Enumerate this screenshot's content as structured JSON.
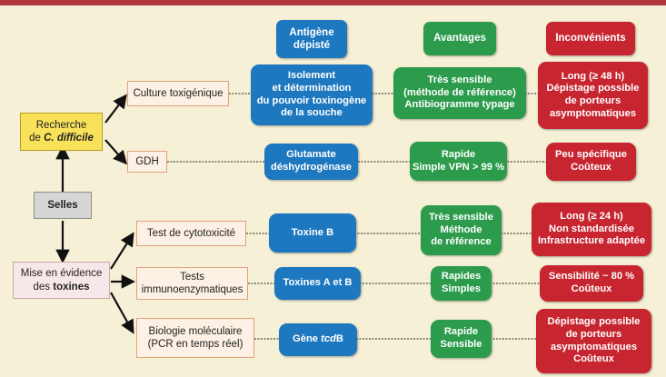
{
  "headers": {
    "antigen_line1": "Antigène",
    "antigen_line2": "dépisté",
    "advantages": "Avantages",
    "drawbacks": "Inconvénients"
  },
  "roots": {
    "selles": "Selles",
    "recherche_line1": "Recherche",
    "recherche_prefix": "de ",
    "recherche_species": "C. difficile",
    "toxines_line1": "Mise en évidence",
    "toxines_prefix": "des ",
    "toxines_bold": "toxines"
  },
  "rows": [
    {
      "test": [
        "Culture toxigénique"
      ],
      "antigen": [
        "Isolement",
        "et détermination",
        "du pouvoir toxinogène",
        "de la souche"
      ],
      "advantages": [
        "Très sensible",
        "(méthode de référence)",
        "Antibiogramme typage"
      ],
      "drawbacks": [
        "Long (≥ 48 h)",
        "Dépistage possible",
        "de porteurs",
        "asymptomatiques"
      ]
    },
    {
      "test": [
        "GDH"
      ],
      "antigen": [
        "Glutamate",
        "déshydrogénase"
      ],
      "advantages": [
        "Rapide",
        "Simple VPN > 99 %"
      ],
      "drawbacks": [
        "Peu spécifique",
        "Coûteux"
      ]
    },
    {
      "test": [
        "Test de cytotoxicité"
      ],
      "antigen": [
        "Toxine B"
      ],
      "advantages": [
        "Très sensible",
        "Méthode",
        "de référence"
      ],
      "drawbacks": [
        "Long (≥ 24 h)",
        "Non standardisée",
        "Infrastructure adaptée"
      ]
    },
    {
      "test": [
        "Tests",
        "immunoenzymatiques"
      ],
      "antigen": [
        "Toxines A et B"
      ],
      "advantages": [
        "Rapides",
        "Simples"
      ],
      "drawbacks": [
        "Sensibilité ~ 80 %",
        "Coûteux"
      ]
    },
    {
      "test": [
        "Biologie moléculaire",
        "(PCR en temps réel)"
      ],
      "antigen_prefix": "Gène ",
      "antigen_italic": "tcd",
      "antigen_suffix": "B",
      "advantages": [
        "Rapide",
        "Sensible"
      ],
      "drawbacks": [
        "Dépistage possible",
        "de porteurs",
        "asymptomatiques",
        "Coûteux"
      ]
    }
  ],
  "colors": {
    "background": "#f5f0d6",
    "top_bar": "#b0363c",
    "antigen_blue": "#1e78bf",
    "advantage_green": "#2c9c4c",
    "drawback_red": "#c7252f",
    "yellow_root": "#f9e25a"
  }
}
